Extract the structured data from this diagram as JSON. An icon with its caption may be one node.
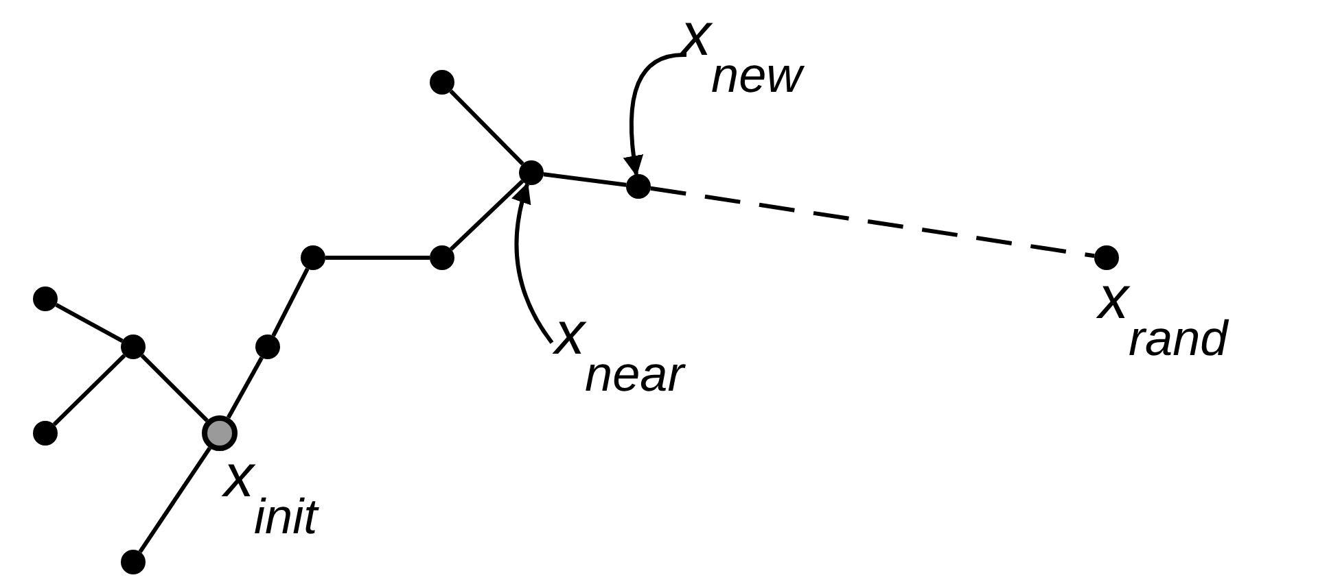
{
  "diagram": {
    "nodes": [
      {
        "text": [
          "x$_{new}$"
        ]
      },
      {
        "text": [],
        "shape": "circle"
      },
      {
        "text": [],
        "shape": "circle"
      },
      {
        "text": [],
        "shape": "circle"
      },
      {
        "text": [],
        "shape": "circle",
        "beside": [
          "x$_{rand}$"
        ]
      },
      {
        "text": [],
        "shape": "circle"
      },
      {
        "text": [],
        "shape": "circle"
      },
      {
        "text": [],
        "shape": "circle"
      },
      {
        "text": [
          "x$_{near}$"
        ]
      },
      {
        "text": [],
        "shape": "circle"
      },
      {
        "text": [],
        "shape": "circle"
      },
      {
        "text": [],
        "shape": "circle"
      },
      {
        "text": [],
        "shape": "circle",
        "beside": [
          "x$_{init}$"
        ]
      },
      {
        "text": [],
        "shape": "circle"
      }
    ],
    "edges": [
      {
        "from": 0,
        "to": 3,
        "arrow": "to"
      },
      {
        "from": 8,
        "to": 2,
        "arrow": "to"
      },
      {
        "from": 12,
        "to": 9,
        "arrow": "none"
      },
      {
        "from": 9,
        "to": 7,
        "arrow": "none"
      },
      {
        "from": 9,
        "to": 11,
        "arrow": "none"
      },
      {
        "from": 12,
        "to": 13,
        "arrow": "none"
      },
      {
        "from": 12,
        "to": 10,
        "arrow": "none"
      },
      {
        "from": 10,
        "to": 5,
        "arrow": "none"
      },
      {
        "from": 5,
        "to": 6,
        "arrow": "none"
      },
      {
        "from": 6,
        "to": 2,
        "arrow": "none"
      },
      {
        "from": 2,
        "to": 1,
        "arrow": "none"
      },
      {
        "from": 2,
        "to": 3,
        "arrow": "none"
      },
      {
        "from": 3,
        "to": 4,
        "arrow": "none",
        "style": "dashed"
      }
    ]
  }
}
